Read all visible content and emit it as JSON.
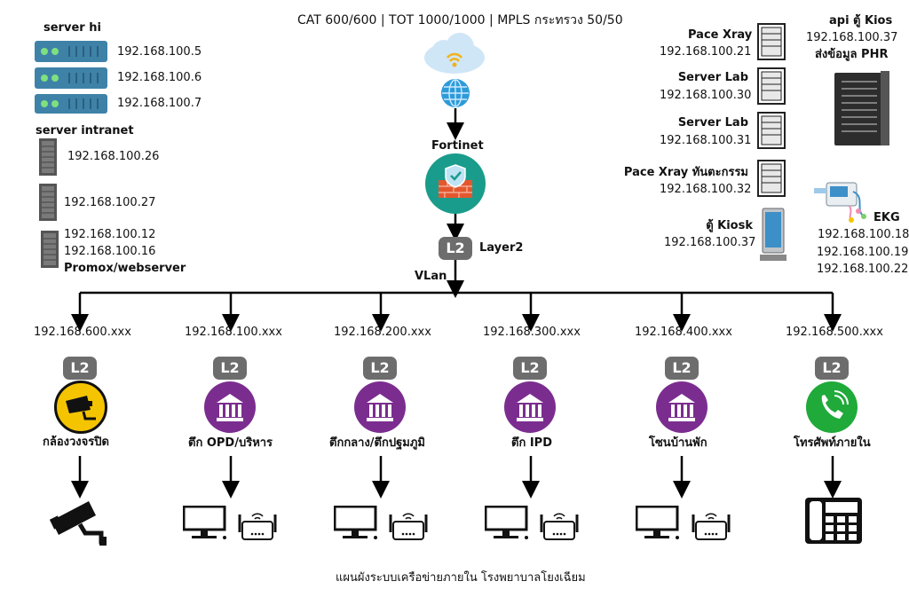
{
  "header": {
    "isp_line": "CAT 600/600 | TOT 1000/1000 | MPLS กระทรวง 50/50"
  },
  "core": {
    "firewall_label": "Fortinet",
    "layer2_badge": "L2",
    "layer2_label": "Layer2",
    "vlan_label": "VLan"
  },
  "left_servers": {
    "server_hi_title": "server hi",
    "server_hi_ips": [
      "192.168.100.5",
      "192.168.100.6",
      "192.168.100.7"
    ],
    "intranet_title": "server intranet",
    "intranet_ip_1": "192.168.100.26",
    "intranet_ip_2": "192.168.100.27",
    "intranet_ip_3a": "192.168.100.12",
    "intranet_ip_3b": "192.168.100.16",
    "intranet_ip_3c": "Promox/webserver"
  },
  "right_servers": {
    "items": [
      {
        "name": "Pace Xray",
        "ip": "192.168.100.21"
      },
      {
        "name": "Server Lab",
        "ip": "192.168.100.30"
      },
      {
        "name": "Server Lab",
        "ip": "192.168.100.31"
      },
      {
        "name": "Pace Xray ทันตะกรรม",
        "ip": "192.168.100.32"
      }
    ],
    "kiosk": {
      "name": "ตู้ Kiosk",
      "ip": "192.168.100.37"
    },
    "api_kios": {
      "line1": "api ตู้ Kios",
      "line2": "192.168.100.37",
      "line3": "ส่งข้อมูล PHR"
    },
    "ekg": {
      "name": "EKG",
      "ips": [
        "192.168.100.18",
        "192.168.100.19",
        "192.168.100.22"
      ]
    }
  },
  "vlans": [
    {
      "subnet": "192.168.600.xxx",
      "badge": "L2",
      "label": "กล้องวงจรปิด",
      "kind": "cctv"
    },
    {
      "subnet": "192.168.100.xxx",
      "badge": "L2",
      "label": "ตึก OPD/บริหาร",
      "kind": "building"
    },
    {
      "subnet": "192.168.200.xxx",
      "badge": "L2",
      "label": "ตึกกลาง/ตึกปฐมภูมิ",
      "kind": "building"
    },
    {
      "subnet": "192.168.300.xxx",
      "badge": "L2",
      "label": "ตึก IPD",
      "kind": "building"
    },
    {
      "subnet": "192.168.400.xxx",
      "badge": "L2",
      "label": "โซนบ้านพัก",
      "kind": "building"
    },
    {
      "subnet": "192.168.500.xxx",
      "badge": "L2",
      "label": "โทรศัพท์ภายใน",
      "kind": "phone"
    }
  ],
  "footer": {
    "caption": "แผนผังระบบเครือข่ายภายใน โรงพยาบาลโยงเฉียม"
  },
  "colors": {
    "purple": "#7b2d8f",
    "teal": "#1a9c8c",
    "cctv_yellow": "#f5c400",
    "phone_green": "#1faa3a",
    "server_blue": "#3f82a8",
    "badge_gray": "#6d6d6d"
  }
}
